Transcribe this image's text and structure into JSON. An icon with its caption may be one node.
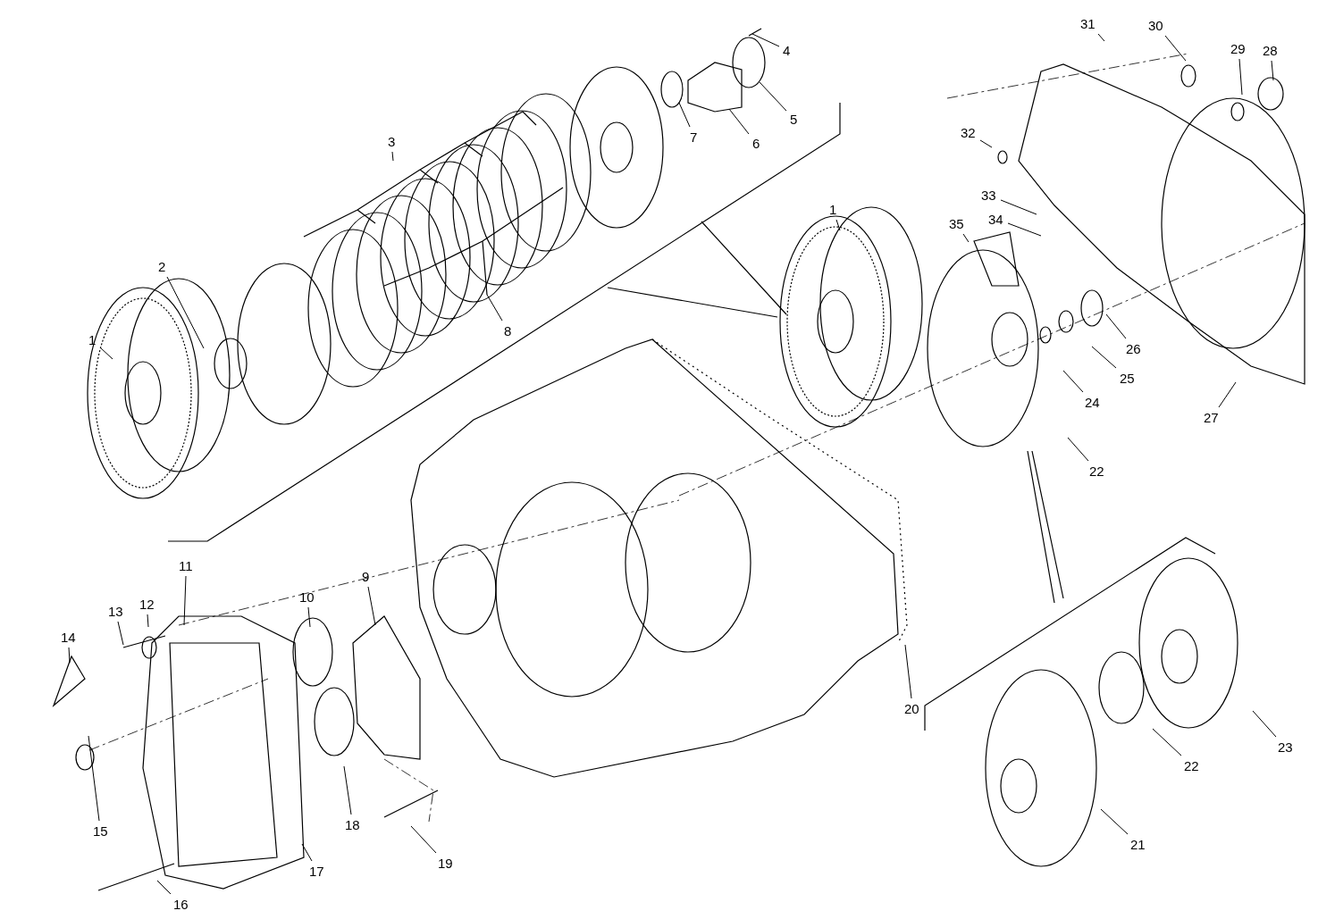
{
  "diagram": {
    "nodes": [
      {
        "text": [
          "4"
        ]
      },
      {
        "text": [
          "31"
        ]
      },
      {
        "text": [
          "30"
        ]
      },
      {
        "text": [
          "29"
        ]
      },
      {
        "text": [
          "28"
        ]
      },
      {
        "text": [
          "5"
        ]
      },
      {
        "text": [
          "3"
        ]
      },
      {
        "text": [
          "7"
        ]
      },
      {
        "text": [
          "6"
        ]
      },
      {
        "text": [
          "32"
        ]
      },
      {
        "text": [
          "33"
        ]
      },
      {
        "text": [
          "1"
        ]
      },
      {
        "text": [
          "34"
        ]
      },
      {
        "text": [
          "35"
        ]
      },
      {
        "text": [
          "2"
        ]
      },
      {
        "text": [
          "8"
        ]
      },
      {
        "text": [
          "1"
        ]
      },
      {
        "text": [
          "26"
        ]
      },
      {
        "text": [
          "25"
        ]
      },
      {
        "text": [
          "24"
        ]
      },
      {
        "text": [
          "27"
        ]
      },
      {
        "text": [
          "22"
        ]
      },
      {
        "text": [
          "11"
        ]
      },
      {
        "text": [
          "9"
        ]
      },
      {
        "text": [
          "10"
        ]
      },
      {
        "text": [
          "12"
        ]
      },
      {
        "text": [
          "13"
        ]
      },
      {
        "text": [
          "14"
        ]
      },
      {
        "text": [
          "20"
        ]
      },
      {
        "text": [
          "23"
        ]
      },
      {
        "text": [
          "22"
        ]
      },
      {
        "text": [
          "18"
        ]
      },
      {
        "text": [
          "15"
        ]
      },
      {
        "text": [
          "21"
        ]
      },
      {
        "text": [
          "19"
        ]
      },
      {
        "text": [
          "17"
        ]
      },
      {
        "text": [
          "16"
        ]
      }
    ],
    "edges": [
      {
        "from": 0,
        "to": null,
        "arrow": "none"
      },
      {
        "from": 1,
        "to": null,
        "arrow": "none"
      },
      {
        "from": 2,
        "to": null,
        "arrow": "none"
      },
      {
        "from": 3,
        "to": null,
        "arrow": "none"
      },
      {
        "from": 4,
        "to": null,
        "arrow": "none"
      },
      {
        "from": 5,
        "to": null,
        "arrow": "none"
      },
      {
        "from": 6,
        "to": null,
        "arrow": "none"
      },
      {
        "from": 7,
        "to": null,
        "arrow": "none"
      },
      {
        "from": 8,
        "to": null,
        "arrow": "none"
      },
      {
        "from": 9,
        "to": null,
        "arrow": "none"
      },
      {
        "from": 10,
        "to": null,
        "arrow": "none"
      },
      {
        "from": 11,
        "to": null,
        "arrow": "none"
      },
      {
        "from": 12,
        "to": null,
        "arrow": "none"
      },
      {
        "from": 13,
        "to": null,
        "arrow": "none"
      },
      {
        "from": 14,
        "to": null,
        "arrow": "none"
      },
      {
        "from": 15,
        "to": null,
        "arrow": "none"
      },
      {
        "from": 16,
        "to": null,
        "arrow": "none"
      },
      {
        "from": 17,
        "to": null,
        "arrow": "none"
      },
      {
        "from": 18,
        "to": null,
        "arrow": "none"
      },
      {
        "from": 19,
        "to": null,
        "arrow": "none"
      },
      {
        "from": 20,
        "to": null,
        "arrow": "none"
      },
      {
        "from": 21,
        "to": null,
        "arrow": "none"
      },
      {
        "from": 22,
        "to": null,
        "arrow": "none"
      },
      {
        "from": 23,
        "to": null,
        "arrow": "none"
      },
      {
        "from": 24,
        "to": null,
        "arrow": "none"
      },
      {
        "from": 25,
        "to": null,
        "arrow": "none"
      },
      {
        "from": 26,
        "to": null,
        "arrow": "none"
      },
      {
        "from": 27,
        "to": null,
        "arrow": "none"
      },
      {
        "from": 28,
        "to": null,
        "arrow": "none"
      },
      {
        "from": 29,
        "to": null,
        "arrow": "none"
      },
      {
        "from": 30,
        "to": null,
        "arrow": "none"
      },
      {
        "from": 31,
        "to": null,
        "arrow": "none"
      },
      {
        "from": 32,
        "to": null,
        "arrow": "none"
      },
      {
        "from": 33,
        "to": null,
        "arrow": "none"
      },
      {
        "from": 34,
        "to": null,
        "arrow": "none"
      },
      {
        "from": 35,
        "to": null,
        "arrow": "none"
      },
      {
        "from": 36,
        "to": null,
        "arrow": "none"
      }
    ]
  }
}
